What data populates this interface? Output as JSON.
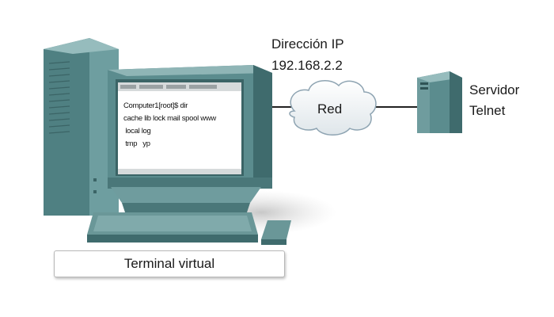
{
  "address_label": "Dirección IP",
  "address_value": "192.168.2.2",
  "network_label": "Red",
  "server_label": [
    "Servidor",
    "Telnet"
  ],
  "terminal_lines": [
    "Computer1[root]$ dir",
    "cache lib lock mail spool www",
    " local log",
    " tmp   yp"
  ],
  "caption": "Terminal virtual",
  "colors": {
    "device_body": "#5c8c8e",
    "device_dark": "#3e6a6c",
    "device_light": "#8fb5b6",
    "screen": "#ffffff",
    "cloud": "#f2f4f5",
    "line": "#222222"
  }
}
